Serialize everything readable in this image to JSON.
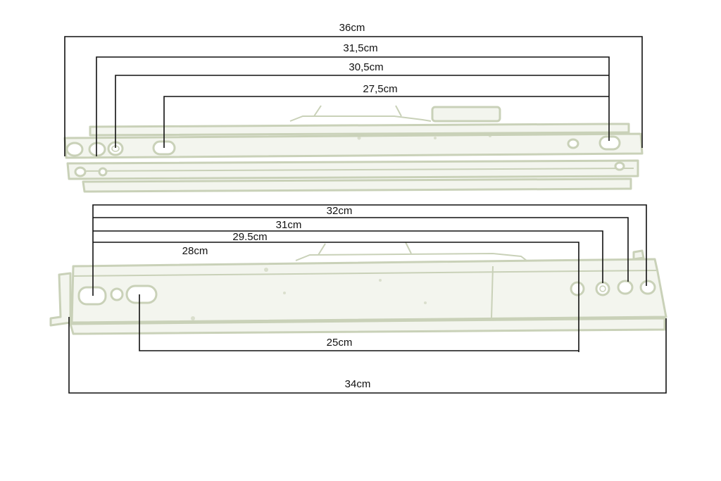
{
  "colors": {
    "rail": "#c9d1b8",
    "line": "#111111",
    "background": "#ffffff"
  },
  "top_rail": {
    "dimensions": [
      "36cm",
      "31,5cm",
      "30,5cm",
      "27,5cm"
    ]
  },
  "bottom_rail": {
    "dimensions_top": [
      "32cm",
      "31cm",
      "29.5cm",
      "28cm"
    ],
    "dimensions_bottom": [
      "25cm",
      "34cm"
    ]
  }
}
